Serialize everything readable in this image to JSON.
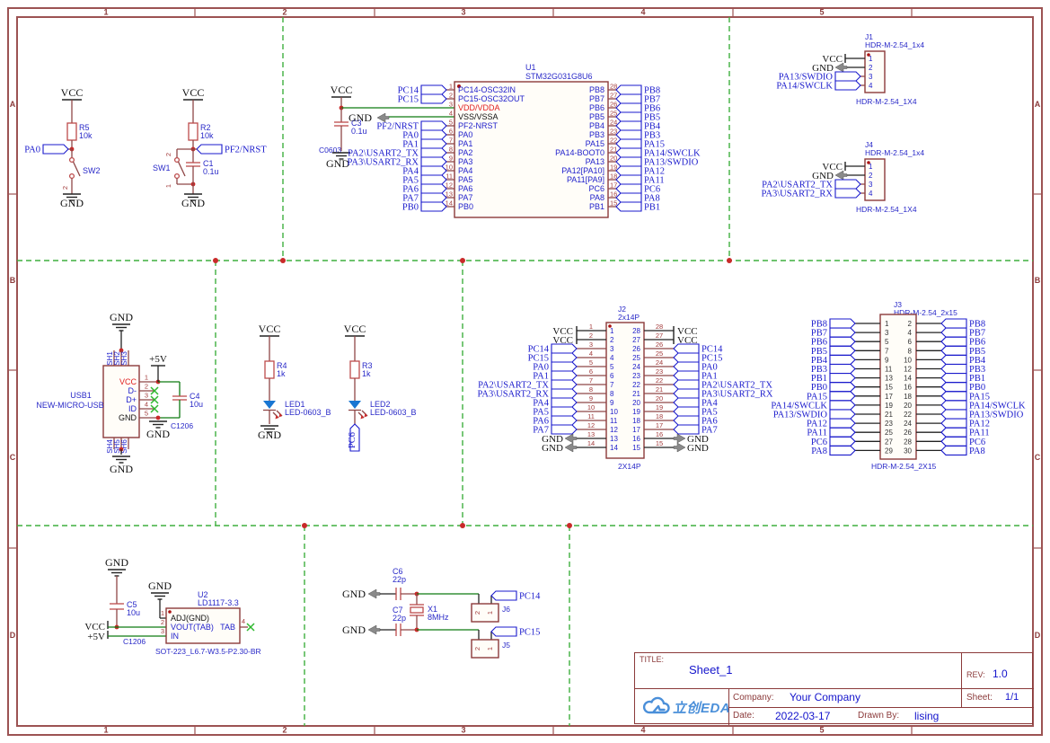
{
  "frame": {
    "columns": [
      "1",
      "2",
      "3",
      "4",
      "5"
    ],
    "rows": [
      "A",
      "B",
      "C",
      "D"
    ]
  },
  "title_block": {
    "title_label": "TITLE:",
    "title": "Sheet_1",
    "rev_label": "REV:",
    "rev": "1.0",
    "company_label": "Company:",
    "company": "Your Company",
    "sheet_label": "Sheet:",
    "sheet": "1/1",
    "date_label": "Date:",
    "date": "2022-03-17",
    "drawn_by_label": "Drawn By:",
    "drawn_by": "lising",
    "logo_text": "立创EDA"
  },
  "power": {
    "vcc": "VCC",
    "gnd": "GND",
    "p5v": "+5V"
  },
  "switches": {
    "sw2": {
      "ref": "SW2",
      "res_ref": "R5",
      "res_val": "10k",
      "net": "PA0",
      "pin_bottom": "2"
    },
    "sw1": {
      "ref": "SW1",
      "res_ref": "R2",
      "res_val": "10k",
      "net": "PF2/NRST",
      "cap_ref": "C1",
      "cap_val": "0.1u",
      "pin_top": "2",
      "pin_bottom": "1"
    }
  },
  "mcu": {
    "ref": "U1",
    "part": "STM32G031G8U6",
    "cap_ref": "C3",
    "cap_val": "0.1u",
    "cap_fp": "C0603",
    "left_pins": [
      {
        "num": "1",
        "name": "PC14-OSC32IN",
        "net": "PC14"
      },
      {
        "num": "2",
        "name": "PC15-OSC32OUT",
        "net": "PC15"
      },
      {
        "num": "3",
        "name": "VDD/VDDA",
        "type": "vdd"
      },
      {
        "num": "4",
        "name": "VSS/VSSA",
        "type": "vss"
      },
      {
        "num": "5",
        "name": "PF2-NRST",
        "net": "PF2/NRST"
      },
      {
        "num": "6",
        "name": "PA0",
        "net": "PA0"
      },
      {
        "num": "7",
        "name": "PA1",
        "net": "PA1"
      },
      {
        "num": "8",
        "name": "PA2",
        "net": "PA2\\USART2_TX"
      },
      {
        "num": "9",
        "name": "PA3",
        "net": "PA3\\USART2_RX"
      },
      {
        "num": "10",
        "name": "PA4",
        "net": "PA4"
      },
      {
        "num": "11",
        "name": "PA5",
        "net": "PA5"
      },
      {
        "num": "12",
        "name": "PA6",
        "net": "PA6"
      },
      {
        "num": "13",
        "name": "PA7",
        "net": "PA7"
      },
      {
        "num": "14",
        "name": "PB0",
        "net": "PB0"
      }
    ],
    "right_pins": [
      {
        "num": "28",
        "name": "PB8",
        "net": "PB8"
      },
      {
        "num": "27",
        "name": "PB7",
        "net": "PB7"
      },
      {
        "num": "26",
        "name": "PB6",
        "net": "PB6"
      },
      {
        "num": "25",
        "name": "PB5",
        "net": "PB5"
      },
      {
        "num": "24",
        "name": "PB4",
        "net": "PB4"
      },
      {
        "num": "23",
        "name": "PB3",
        "net": "PB3"
      },
      {
        "num": "22",
        "name": "PA15",
        "net": "PA15"
      },
      {
        "num": "21",
        "name": "PA14-BOOT0",
        "net": "PA14/SWCLK"
      },
      {
        "num": "20",
        "name": "PA13",
        "net": "PA13/SWDIO"
      },
      {
        "num": "19",
        "name": "PA12[PA10]",
        "net": "PA12"
      },
      {
        "num": "18",
        "name": "PA11[PA9]",
        "net": "PA11"
      },
      {
        "num": "17",
        "name": "PC6",
        "net": "PC6"
      },
      {
        "num": "16",
        "name": "PA8",
        "net": "PA8"
      },
      {
        "num": "15",
        "name": "PB1",
        "net": "PB1"
      }
    ]
  },
  "j1": {
    "ref": "J1",
    "part": "HDR-M-2.54_1x4",
    "footprint": "HDR-M-2.54_1X4",
    "pins": [
      {
        "num": "1",
        "type": "vcc"
      },
      {
        "num": "2",
        "type": "gnd"
      },
      {
        "num": "3",
        "net": "PA13/SWDIO"
      },
      {
        "num": "4",
        "net": "PA14/SWCLK"
      }
    ]
  },
  "j4": {
    "ref": "J4",
    "part": "HDR-M-2.54_1x4",
    "footprint": "HDR-M-2.54_1X4",
    "pins": [
      {
        "num": "1",
        "type": "vcc"
      },
      {
        "num": "2",
        "type": "gnd"
      },
      {
        "num": "3",
        "net": "PA2\\USART2_TX"
      },
      {
        "num": "4",
        "net": "PA3\\USART2_RX"
      }
    ]
  },
  "usb": {
    "ref": "USB1",
    "part": "NEW-MICRO-USB",
    "pins": [
      {
        "num": "1",
        "name": "VCC"
      },
      {
        "num": "2",
        "name": "D-"
      },
      {
        "num": "3",
        "name": "D+"
      },
      {
        "num": "4",
        "name": "ID"
      },
      {
        "num": "5",
        "name": "GND"
      }
    ],
    "shields_top": [
      "SH1",
      "SH2",
      "SH3"
    ],
    "shields_bottom": [
      "SH4",
      "SH5",
      "SH6"
    ],
    "cap_ref": "C4",
    "cap_val": "10u",
    "cap_fp": "C1206"
  },
  "led1": {
    "res_ref": "R4",
    "res_val": "1k",
    "ref": "LED1",
    "part": "LED-0603_B"
  },
  "led2": {
    "res_ref": "R3",
    "res_val": "1k",
    "ref": "LED2",
    "part": "LED-0603_B",
    "net": "PC6"
  },
  "j2": {
    "ref": "J2",
    "part": "2x14P",
    "footprint": "2X14P",
    "left_nums": [
      "1",
      "2",
      "3",
      "4",
      "5",
      "6",
      "7",
      "8",
      "9",
      "10",
      "11",
      "12",
      "13",
      "14"
    ],
    "right_nums": [
      "28",
      "27",
      "26",
      "25",
      "24",
      "23",
      "22",
      "21",
      "20",
      "19",
      "18",
      "17",
      "16",
      "15"
    ],
    "side_nets": [
      "PC14",
      "PC15",
      "PA0",
      "PA1",
      "PA2\\USART2_TX",
      "PA3\\USART2_RX",
      "PA4",
      "PA5",
      "PA6",
      "PA7"
    ]
  },
  "j3": {
    "ref": "J3",
    "part": "HDR-M-2.54_2x15",
    "footprint": "HDR-M-2.54_2X15",
    "nets": [
      "PB8",
      "PB7",
      "PB6",
      "PB5",
      "PB4",
      "PB3",
      "PB1",
      "PB0",
      "PA15",
      "PA14/SWCLK",
      "PA13/SWDIO",
      "PA12",
      "PA11",
      "PC6",
      "PA8"
    ]
  },
  "ldo": {
    "ref": "U2",
    "part": "LD1117-3.3",
    "footprint": "SOT-223_L6.7-W3.5-P2.30-BR",
    "cap_ref": "C5",
    "cap_val": "10u",
    "cap_fp": "C1206",
    "pins": [
      {
        "num": "1",
        "name": "ADJ(GND)"
      },
      {
        "num": "2",
        "name": "VOUT(TAB)"
      },
      {
        "num": "3",
        "name": "IN"
      },
      {
        "num": "4",
        "name": "TAB"
      }
    ]
  },
  "xtal": {
    "ref": "X1",
    "value": "8MHz",
    "c6_ref": "C6",
    "c6_val": "22p",
    "c7_ref": "C7",
    "c7_val": "22p",
    "j6_ref": "J6",
    "j6_net": "PC14",
    "j5_ref": "J5",
    "j5_net": "PC15"
  }
}
